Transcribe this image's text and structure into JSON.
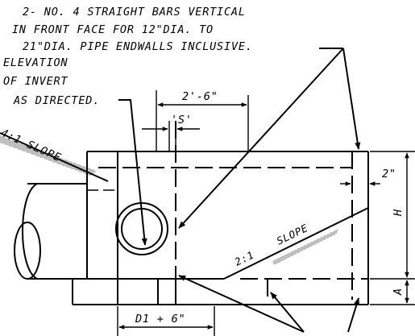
{
  "notes": {
    "bars_line1": "2- NO. 4 STRAIGHT BARS VERTICAL",
    "bars_line2": "IN FRONT FACE FOR 12\"DIA. TO",
    "bars_line3": "21\"DIA. PIPE ENDWALLS INCLUSIVE.",
    "invert_line1": "ELEVATION",
    "invert_line2": "OF INVERT",
    "invert_line3": "AS DIRECTED."
  },
  "dimensions": {
    "top_width": "2'-6\"",
    "s": "'S'",
    "two_inch": "2\"",
    "h": "H",
    "a": "A",
    "d1": "D1 + 6\""
  },
  "slopes": {
    "left": "4:1 SLOPE",
    "right_ratio": "2:1",
    "right_word": "SLOPE"
  }
}
